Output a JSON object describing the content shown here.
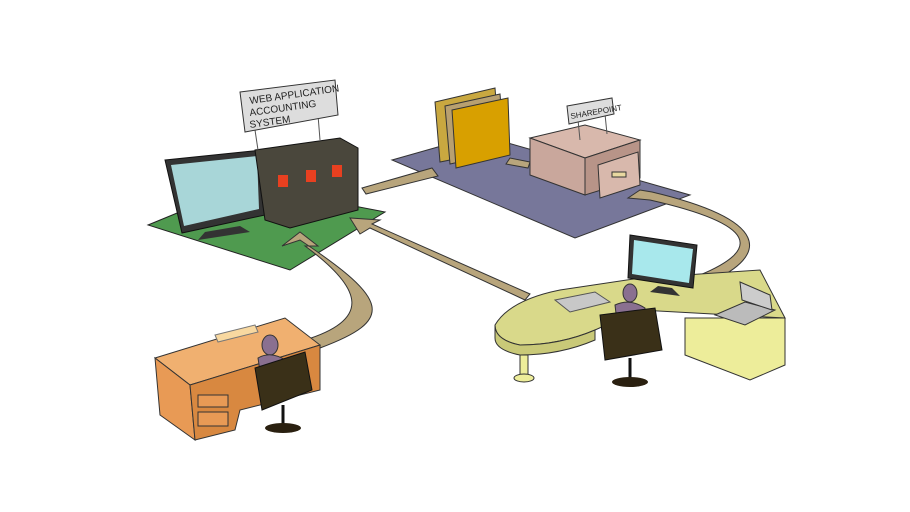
{
  "signs": {
    "web_app": [
      "WEB APPLICATION",
      "ACCOUNTING",
      "SYSTEM"
    ],
    "sharepoint": "SHAREPOINT"
  },
  "colors": {
    "green_platform": "#4f9a4f",
    "purple_platform": "#77779a",
    "arrow": "#b8a57c",
    "server": "#4a473c",
    "orange_desk": "#e89a55",
    "yellow_desk": "#d9d98a",
    "cabinet": "#c9a79c",
    "binder": "#d8a000"
  }
}
